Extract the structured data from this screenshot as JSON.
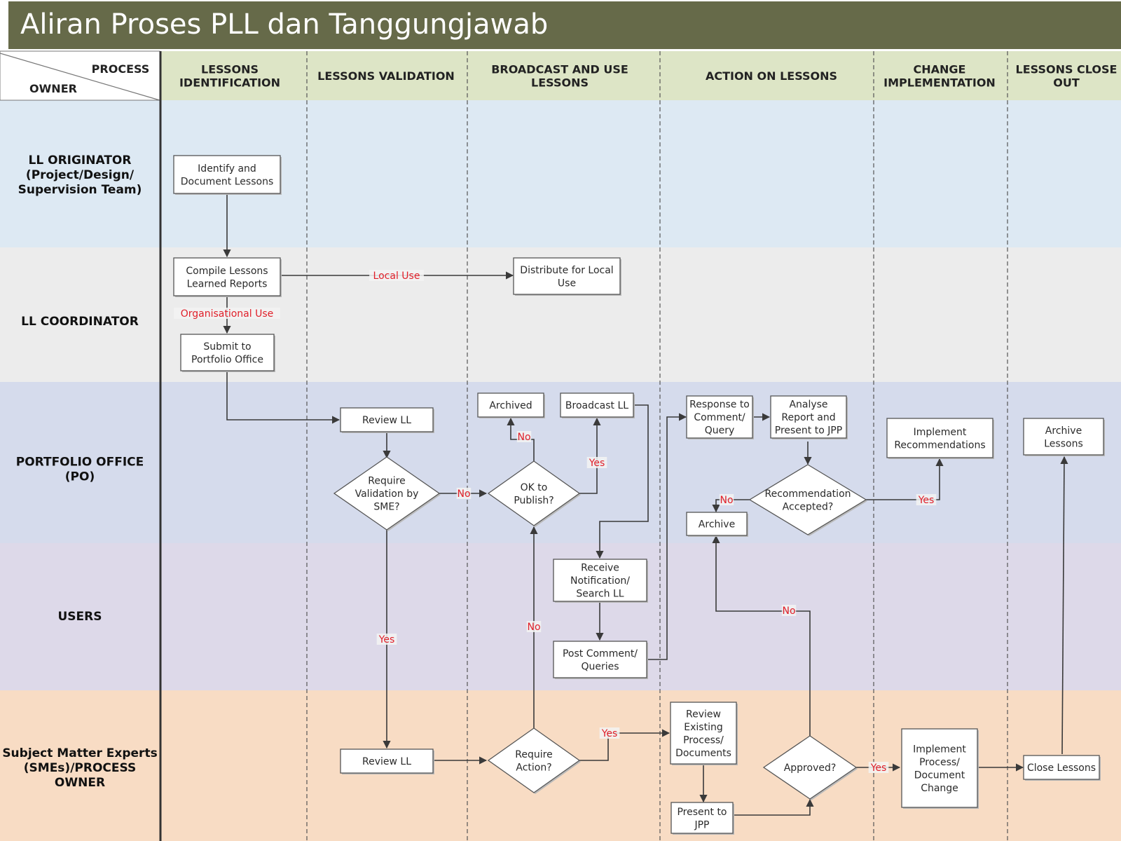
{
  "title": "Aliran Proses PLL dan Tanggungjawab",
  "colors": {
    "title_bg": "#666a49",
    "header_bg": "#dde5c6",
    "lane_originator": "#dde9f3",
    "lane_coordinator": "#ececec",
    "lane_po": "#d5dbec",
    "lane_users": "#ddd9e9",
    "lane_sme": "#f8dcc4",
    "box_fill": "#ffffff",
    "box_stroke": "#555555",
    "label_red": "#e0202a"
  },
  "header": {
    "process_label": "PROCESS",
    "owner_label": "OWNER",
    "columns": [
      {
        "lines": [
          "LESSONS",
          "IDENTIFICATION"
        ]
      },
      {
        "lines": [
          "LESSONS VALIDATION"
        ]
      },
      {
        "lines": [
          "BROADCAST AND USE",
          "LESSONS"
        ]
      },
      {
        "lines": [
          "ACTION ON LESSONS"
        ]
      },
      {
        "lines": [
          "CHANGE",
          "IMPLEMENTATION"
        ]
      },
      {
        "lines": [
          "LESSONS CLOSE",
          "OUT"
        ]
      }
    ]
  },
  "lanes": [
    {
      "lines": [
        "LL ORIGINATOR",
        "(Project/Design/",
        "Supervision Team)"
      ]
    },
    {
      "lines": [
        "LL COORDINATOR"
      ]
    },
    {
      "lines": [
        "PORTFOLIO OFFICE",
        "(PO)"
      ]
    },
    {
      "lines": [
        "USERS"
      ]
    },
    {
      "lines": [
        "Subject Matter Experts",
        "(SMEs)/PROCESS",
        "OWNER"
      ]
    }
  ],
  "nodes": {
    "identify": {
      "lines": [
        "Identify and",
        "Document Lessons"
      ]
    },
    "compile": {
      "lines": [
        "Compile Lessons",
        "Learned Reports"
      ]
    },
    "submit": {
      "lines": [
        "Submit to",
        "Portfolio Office"
      ]
    },
    "distribute": {
      "lines": [
        "Distribute for Local",
        "Use"
      ]
    },
    "review_po": {
      "lines": [
        "Review LL"
      ]
    },
    "require_validation": {
      "lines": [
        "Require",
        "Validation by",
        "SME?"
      ]
    },
    "archived": {
      "lines": [
        "Archived"
      ]
    },
    "ok_publish": {
      "lines": [
        "OK to",
        "Publish?"
      ]
    },
    "broadcast": {
      "lines": [
        "Broadcast LL"
      ]
    },
    "receive": {
      "lines": [
        "Receive",
        "Notification/",
        "Search LL"
      ]
    },
    "post_comment": {
      "lines": [
        "Post Comment/",
        "Queries"
      ]
    },
    "review_sme": {
      "lines": [
        "Review LL"
      ]
    },
    "require_action": {
      "lines": [
        "Require",
        "Action?"
      ]
    },
    "response": {
      "lines": [
        "Response to",
        "Comment/",
        "Query"
      ]
    },
    "analyse": {
      "lines": [
        "Analyse",
        "Report and",
        "Present to JPP"
      ]
    },
    "rec_accepted": {
      "lines": [
        "Recommendation",
        "Accepted?"
      ]
    },
    "archive": {
      "lines": [
        "Archive"
      ]
    },
    "review_existing": {
      "lines": [
        "Review",
        "Existing",
        "Process/",
        "Documents"
      ]
    },
    "present_jpp": {
      "lines": [
        "Present to",
        "JPP"
      ]
    },
    "approved": {
      "lines": [
        "Approved?"
      ]
    },
    "implement_rec": {
      "lines": [
        "Implement",
        "Recommendations"
      ]
    },
    "implement_change": {
      "lines": [
        "Implement",
        "Process/",
        "Document",
        "Change"
      ]
    },
    "archive_lessons": {
      "lines": [
        "Archive",
        "Lessons"
      ]
    },
    "close_lessons": {
      "lines": [
        "Close Lessons"
      ]
    }
  },
  "edge_labels": {
    "local_use": "Local Use",
    "organisational_use": "Organisational Use",
    "no_validation": "No",
    "no_publish": "No",
    "yes_publish": "Yes",
    "yes_validation": "Yes",
    "no_action": "No",
    "yes_action": "Yes",
    "no_rec": "No",
    "yes_rec": "Yes",
    "no_approved": "No",
    "yes_approved": "Yes"
  }
}
